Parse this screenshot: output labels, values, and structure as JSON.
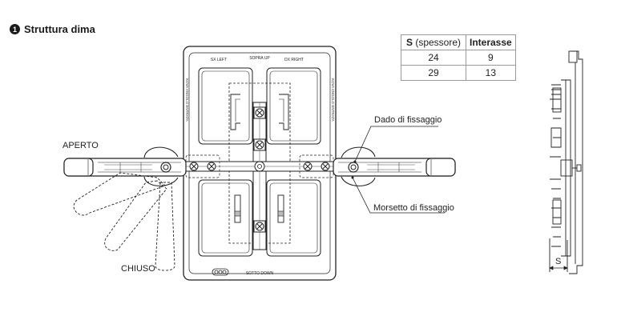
{
  "title": {
    "number": "1",
    "text": "Struttura dima"
  },
  "table": {
    "headers": {
      "s_bold": "S",
      "s_rest": " (spessore)",
      "interasse": "Interasse"
    },
    "rows": [
      {
        "s": "24",
        "i": "9"
      },
      {
        "s": "29",
        "i": "13"
      }
    ]
  },
  "labels": {
    "aperto": "APERTO",
    "chiuso": "CHIUSO",
    "dado": "Dado di fissaggio",
    "morsetto": "Morsetto di fissaggio",
    "s": "S"
  },
  "plate": {
    "sx_left": "SX LEFT",
    "sopra_up": "SOPRA UP",
    "dx_right": "DX RIGHT",
    "sotto_down": "SOTTO DOWN",
    "side_left": "KOVA ANGOLO ENTRATA",
    "side_right": "KOVA ANGOLO ENTRATA"
  }
}
